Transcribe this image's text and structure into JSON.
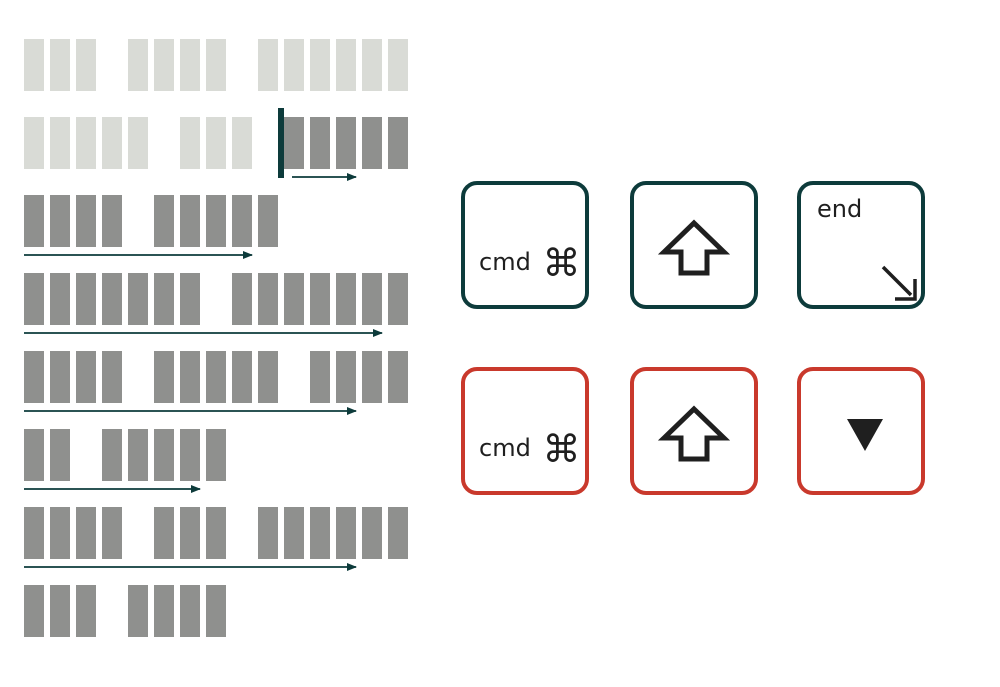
{
  "colors": {
    "text_selected": "#8f908e",
    "text_unselected": "#d9dbd6",
    "cursor": "#0d3b3b",
    "arrow": "#0d3b3b",
    "mac_key_border": "#0d3b3b",
    "win_key_border": "#c9392c",
    "glyph": "#1f1f1f"
  },
  "text_lines": [
    {
      "words": [
        3,
        4,
        6
      ],
      "selected_from_block": null,
      "arrow_to_block": null
    },
    {
      "words": [
        5,
        3,
        5
      ],
      "selected_from_block": 10,
      "arrow_to_block": 12
    },
    {
      "words": [
        4,
        5
      ],
      "selected_from_block": 0,
      "arrow_to_block": 8
    },
    {
      "words": [
        7,
        7
      ],
      "selected_from_block": 0,
      "arrow_to_block": 13
    },
    {
      "words": [
        4,
        5,
        4
      ],
      "selected_from_block": 0,
      "arrow_to_block": 12
    },
    {
      "words": [
        2,
        5
      ],
      "selected_from_block": 0,
      "arrow_to_block": 6
    },
    {
      "words": [
        4,
        3,
        6
      ],
      "selected_from_block": 0,
      "arrow_to_block": 12
    },
    {
      "words": [
        3,
        4
      ],
      "selected_from_block": 0,
      "arrow_to_block": null
    }
  ],
  "keys": {
    "mac": [
      {
        "label": "cmd",
        "symbol": "⌘",
        "icon": "command-icon"
      },
      {
        "label": "",
        "symbol": "",
        "icon": "shift-arrow-icon"
      },
      {
        "label": "end",
        "symbol": "",
        "icon": "end-arrow-icon"
      }
    ],
    "win": [
      {
        "label": "cmd",
        "symbol": "⌘",
        "icon": "command-icon"
      },
      {
        "label": "",
        "symbol": "",
        "icon": "shift-arrow-icon"
      },
      {
        "label": "",
        "symbol": "",
        "icon": "down-triangle-icon"
      }
    ]
  }
}
